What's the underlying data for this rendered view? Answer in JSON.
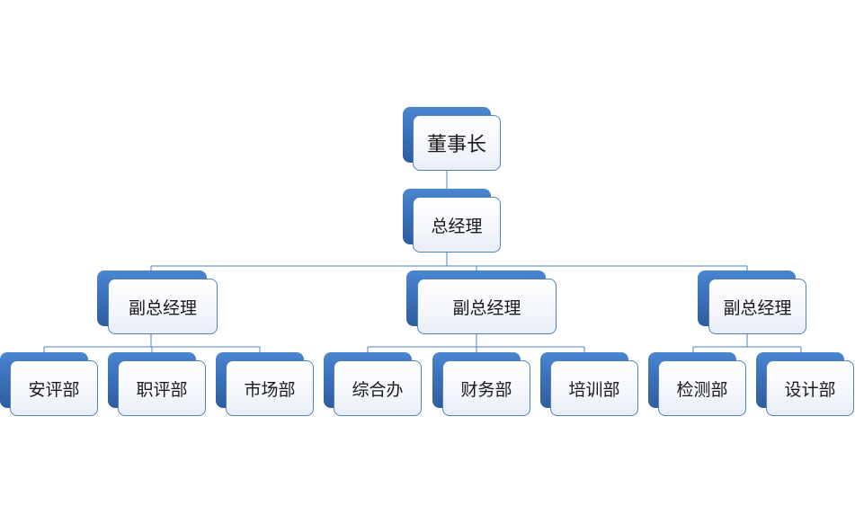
{
  "org_chart": {
    "root": {
      "label": "董事长"
    },
    "general_manager": {
      "label": "总经理"
    },
    "deputies": [
      {
        "label": "副总经理",
        "departments": [
          {
            "label": "安评部"
          },
          {
            "label": "职评部"
          },
          {
            "label": "市场部"
          }
        ]
      },
      {
        "label": "副总经理",
        "departments": [
          {
            "label": "综合办"
          },
          {
            "label": "财务部"
          },
          {
            "label": "培训部"
          }
        ]
      },
      {
        "label": "副总经理",
        "departments": [
          {
            "label": "检测部"
          },
          {
            "label": "设计部"
          }
        ]
      }
    ]
  },
  "colors": {
    "accent": "#4f81bd",
    "box_back": "#3a6fb8",
    "box_front": "#f3f6fb",
    "text": "#1a1a1a"
  }
}
